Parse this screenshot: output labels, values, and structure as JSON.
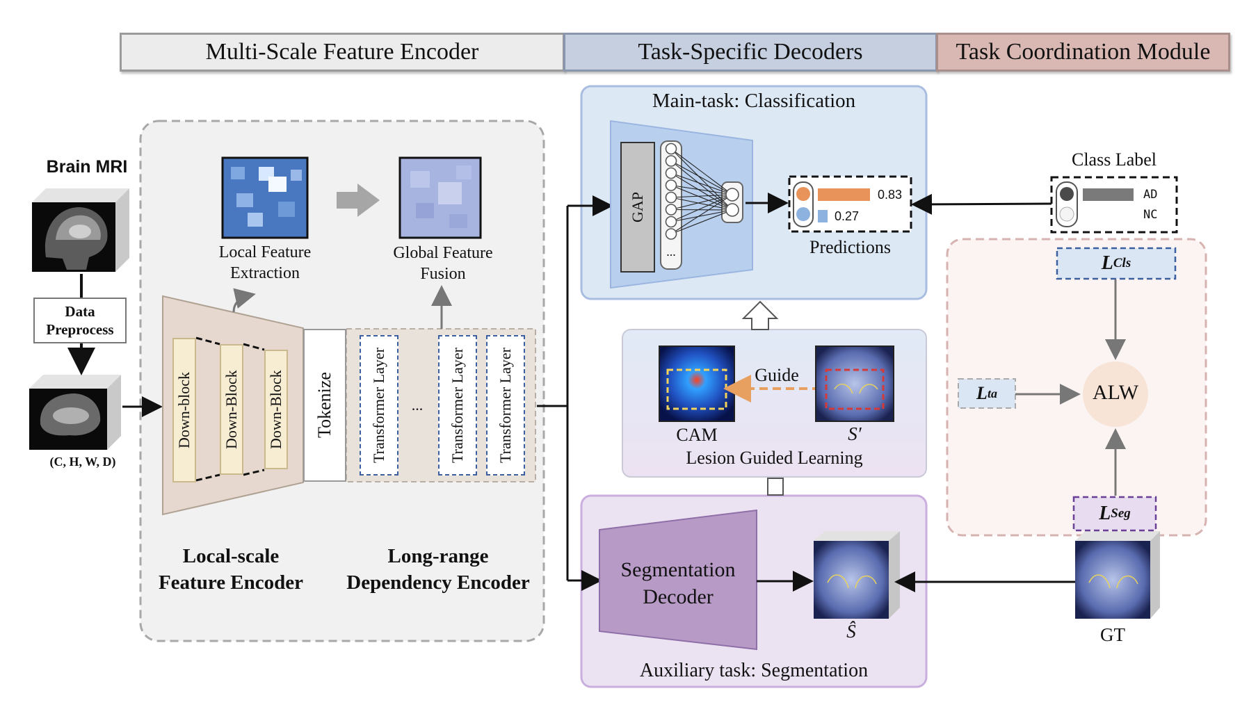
{
  "headers": {
    "encoder": "Multi-Scale Feature Encoder",
    "decoders": "Task-Specific Decoders",
    "coordination": "Task Coordination Module"
  },
  "input": {
    "title": "Brain MRI",
    "preprocess": "Data Preprocess",
    "shape": "(C, H, W, D)"
  },
  "encoder": {
    "local_feature": "Local Feature Extraction",
    "global_feature": "Global Feature Fusion",
    "blocks": [
      "Down-block",
      "Down-Block",
      "Down-Block"
    ],
    "tokenize": "Tokenize",
    "transformer": "Transformer Layer",
    "ellipsis": "...",
    "local_title": "Local-scale Feature Encoder",
    "long_title": "Long-range Dependency Encoder"
  },
  "classification": {
    "title": "Main-task: Classification",
    "gap": "GAP",
    "dots": "...",
    "predictions_title": "Predictions",
    "scores": [
      0.83,
      0.27
    ],
    "score_labels": [
      "0.83",
      "0.27"
    ]
  },
  "class_label": {
    "title": "Class Label",
    "classes": [
      "AD",
      "NC"
    ]
  },
  "lesion": {
    "guide": "Guide",
    "cam": "CAM",
    "s_prime": "S′",
    "title": "Lesion Guided Learning"
  },
  "segmentation": {
    "decoder": "Segmentation Decoder",
    "s_hat": "Ŝ",
    "title": "Auxiliary task: Segmentation",
    "gt": "GT"
  },
  "coordination": {
    "l_cls": "L",
    "l_cls_sub": "Cls",
    "l_ta": "L",
    "l_ta_sub": "ta",
    "l_seg": "L",
    "l_seg_sub": "Seg",
    "alw": "ALW"
  },
  "colors": {
    "header_encoder": "#ececec",
    "header_decoders": "#c5cfe0",
    "header_coordination": "#d9b8b4",
    "cls_panel": "#dde8f5",
    "seg_panel": "#ece3f2",
    "encoder_trap": "#e6d8ce",
    "down_block": "#f7edd3",
    "alw_circle": "#f8e4d6",
    "pred_orange": "#e8935a",
    "pred_blue": "#8db2e0"
  }
}
